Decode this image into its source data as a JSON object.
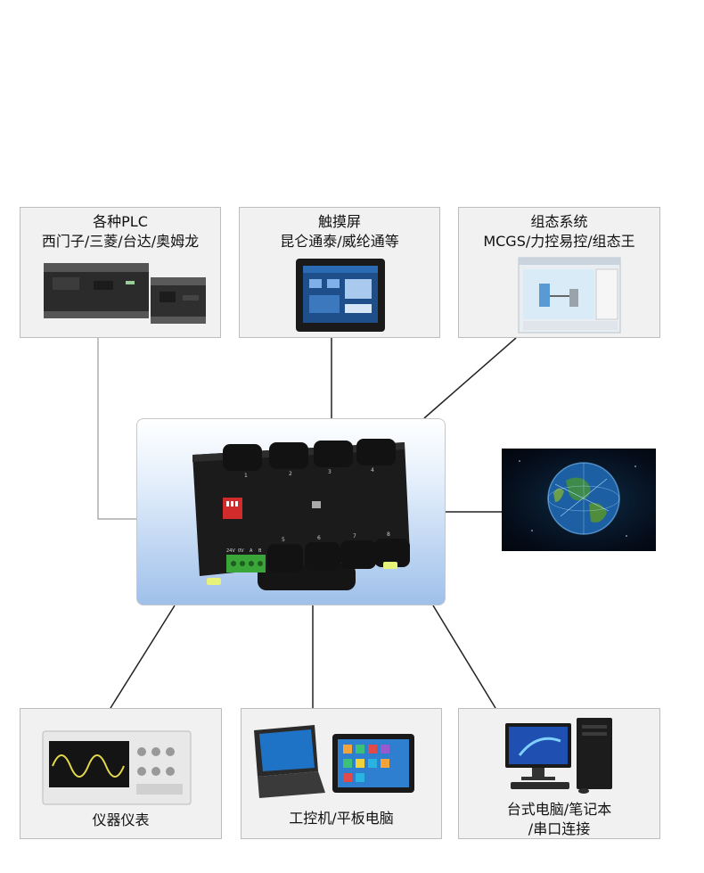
{
  "nodes": {
    "plc": {
      "line1": "各种PLC",
      "line2": "西门子/三菱/台达/奥姆龙"
    },
    "touchscreen": {
      "line1": "触摸屏",
      "line2": "昆仑通泰/威纶通等"
    },
    "scada": {
      "line1": "组态系统",
      "line2": "MCGS/力控易控/组态王"
    },
    "instruments": {
      "line1": "仪器仪表"
    },
    "ipc": {
      "line1": "工控机/平板电脑"
    },
    "pc": {
      "line1": "台式电脑/笔记本",
      "line2": "/串口连接"
    }
  },
  "hub": {
    "channel_numbers": [
      "1",
      "2",
      "3",
      "4",
      "5",
      "6",
      "7",
      "8"
    ],
    "terminal_labels": [
      "24V",
      "0V",
      "A",
      "B"
    ]
  },
  "colors": {
    "card_bg": "#f1f1f1",
    "card_border": "#bdbdbd",
    "connector": "#222222",
    "connector_light": "#9a9a9a",
    "hub_gradient_bottom": "#9fc0ea",
    "device_body": "#1b1b1b",
    "terminal_green": "#3aa63a",
    "dip_red": "#d22b2b",
    "indicator_yellow": "#e6f27a"
  },
  "icons": {
    "plc": "plc-controller-icon",
    "touchscreen": "touch-panel-icon",
    "scada": "scada-screen-icon",
    "globe": "earth-network-icon",
    "instruments": "oscilloscope-icon",
    "ipc": "rugged-laptop-tablet-icon",
    "pc": "desktop-computer-icon"
  }
}
